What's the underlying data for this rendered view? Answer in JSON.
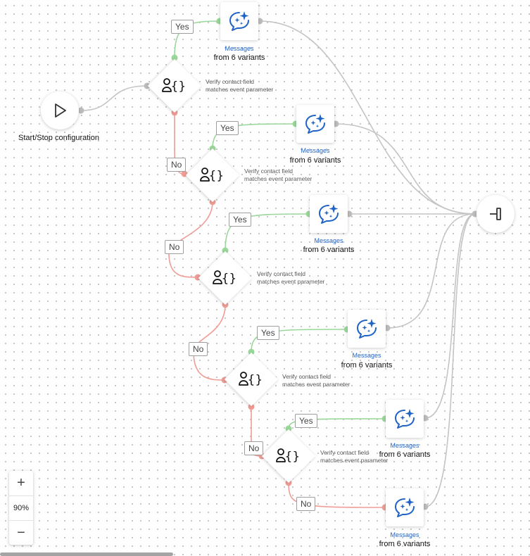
{
  "start_node": {
    "label": "Start/Stop configuration"
  },
  "condition_label": "Verify contact field\nmatches event parameter",
  "branch_labels": {
    "yes": "Yes",
    "no": "No"
  },
  "message_node": {
    "type": "Messages",
    "subtitle": "from 6 variants"
  },
  "nodes": {
    "messages": [
      {
        "id": "m1",
        "type": "Messages",
        "subtitle": "from 6 variants"
      },
      {
        "id": "m2",
        "type": "Messages",
        "subtitle": "from 6 variants"
      },
      {
        "id": "m3",
        "type": "Messages",
        "subtitle": "from 6 variants"
      },
      {
        "id": "m4",
        "type": "Messages",
        "subtitle": "from 6 variants"
      },
      {
        "id": "m5",
        "type": "Messages",
        "subtitle": "from 6 variants"
      },
      {
        "id": "m6",
        "type": "Messages",
        "subtitle": "from 6 variants"
      }
    ],
    "conditions": [
      {
        "id": "c1",
        "label": "Verify contact field\nmatches event parameter"
      },
      {
        "id": "c2",
        "label": "Verify contact field\nmatches event parameter"
      },
      {
        "id": "c3",
        "label": "Verify contact field\nmatches event parameter"
      },
      {
        "id": "c4",
        "label": "Verify contact field\nmatches event parameter"
      },
      {
        "id": "c5",
        "label": "Verify contact field\nmatches event parameter"
      }
    ]
  },
  "edges": [
    {
      "from": "start",
      "to": "c1"
    },
    {
      "from": "c1",
      "to": "m1",
      "branch": "Yes"
    },
    {
      "from": "c1",
      "to": "c2",
      "branch": "No"
    },
    {
      "from": "c2",
      "to": "m2",
      "branch": "Yes"
    },
    {
      "from": "c2",
      "to": "c3",
      "branch": "No"
    },
    {
      "from": "c3",
      "to": "m3",
      "branch": "Yes"
    },
    {
      "from": "c3",
      "to": "c4",
      "branch": "No"
    },
    {
      "from": "c4",
      "to": "m4",
      "branch": "Yes"
    },
    {
      "from": "c4",
      "to": "c5",
      "branch": "No"
    },
    {
      "from": "c5",
      "to": "m5",
      "branch": "Yes"
    },
    {
      "from": "c5",
      "to": "m6",
      "branch": "No"
    },
    {
      "from": "m1",
      "to": "end"
    },
    {
      "from": "m2",
      "to": "end"
    },
    {
      "from": "m3",
      "to": "end"
    },
    {
      "from": "m4",
      "to": "end"
    },
    {
      "from": "m5",
      "to": "end"
    },
    {
      "from": "m6",
      "to": "end"
    }
  ],
  "zoom": {
    "in_label": "+",
    "level": "90%",
    "out_label": "−"
  },
  "icons": {
    "start": "play-icon",
    "end": "exit-flow-icon",
    "condition": "contact-field-braces-icon",
    "message": "ai-message-sparkle-icon"
  },
  "colors": {
    "yes_edge": "#9ad79a",
    "no_edge": "#ef9d96",
    "out_edge": "#c4c4c4",
    "message_type_text": "#1f63c6",
    "message_icon": "#1f63c6"
  }
}
